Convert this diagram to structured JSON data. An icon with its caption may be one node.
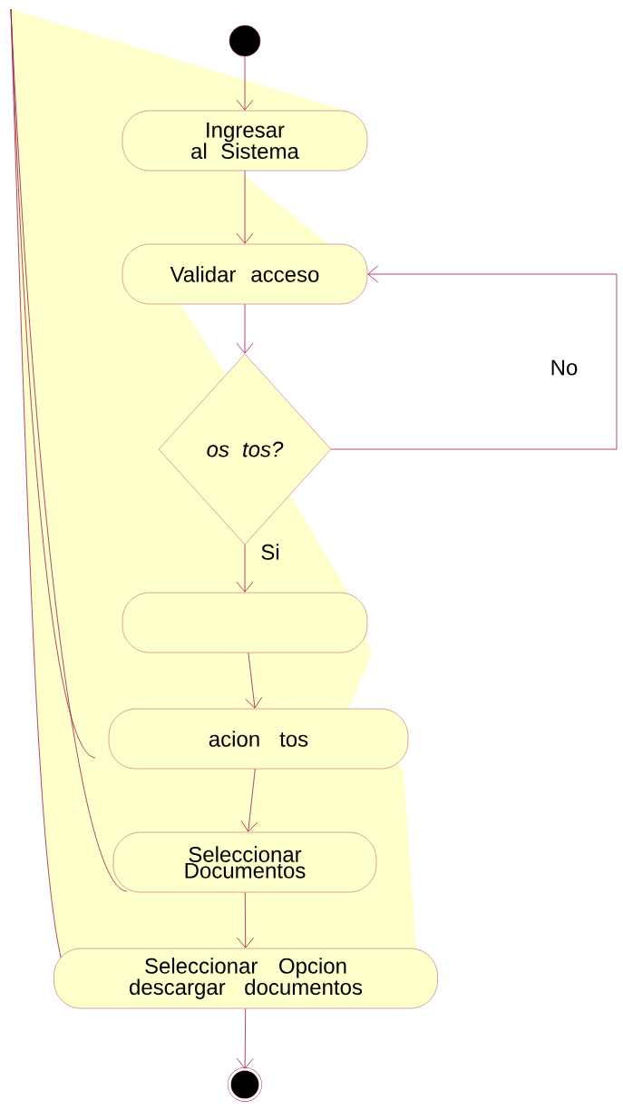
{
  "diagram": {
    "nodes": [
      {
        "text": [],
        "shape": "circle"
      },
      {
        "text": [
          "Ingresar al Sistema"
        ]
      },
      {
        "text": [
          "Validar acceso"
        ]
      },
      {
        "text": [
          "os tos?"
        ]
      },
      {
        "text": [],
        "shape": "box"
      },
      {
        "text": [
          "acion tos"
        ]
      },
      {
        "text": [
          "Seleccionar Documentos"
        ]
      },
      {
        "text": [
          "Seleccionar Opcion descargar documentos"
        ]
      },
      {
        "text": [],
        "shape": "bullseye"
      }
    ],
    "edges": [
      {
        "from": 0,
        "to": 1,
        "arrow": "to"
      },
      {
        "from": 1,
        "to": 2,
        "arrow": "to"
      },
      {
        "from": 2,
        "to": 3,
        "arrow": "to"
      },
      {
        "from": 3,
        "to": 2,
        "arrow": "to",
        "label": "No"
      },
      {
        "from": 3,
        "to": 4,
        "arrow": "to",
        "label": "Si"
      },
      {
        "from": 4,
        "to": 5,
        "arrow": "to"
      },
      {
        "from": 5,
        "to": 6,
        "arrow": "to"
      },
      {
        "from": 6,
        "to": 7,
        "arrow": "to"
      },
      {
        "from": 7,
        "to": 8,
        "arrow": "to"
      }
    ]
  }
}
